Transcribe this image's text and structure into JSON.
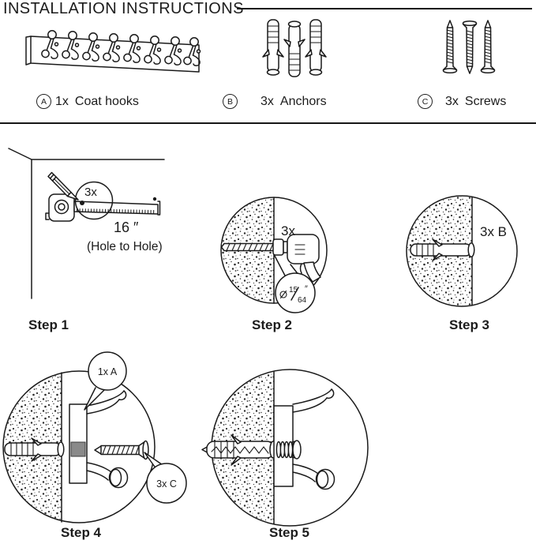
{
  "title": "INSTALLATION INSTRUCTIONS",
  "parts": [
    {
      "id": "A",
      "qty": "1x",
      "name": "Coat hooks"
    },
    {
      "id": "B",
      "qty": "3x",
      "name": "Anchors"
    },
    {
      "id": "C",
      "qty": "3x",
      "name": "Screws"
    }
  ],
  "steps": {
    "one": {
      "label": "Step 1",
      "count": "3x",
      "distance": "16 ″",
      "note": "(Hole to Hole)"
    },
    "two": {
      "label": "Step 2",
      "count": "3x",
      "drill_numerator": "15",
      "drill_denominator": "64",
      "drill_unit": "″"
    },
    "three": {
      "label": "Step 3",
      "count_label": "3x B"
    },
    "four": {
      "label": "Step 4",
      "hook_callout": "1x A",
      "screw_callout": "3x C"
    },
    "five": {
      "label": "Step 5"
    }
  },
  "colors": {
    "line": "#1a1a1a",
    "background": "#ffffff",
    "hole_gray": "#8a8a8a"
  }
}
